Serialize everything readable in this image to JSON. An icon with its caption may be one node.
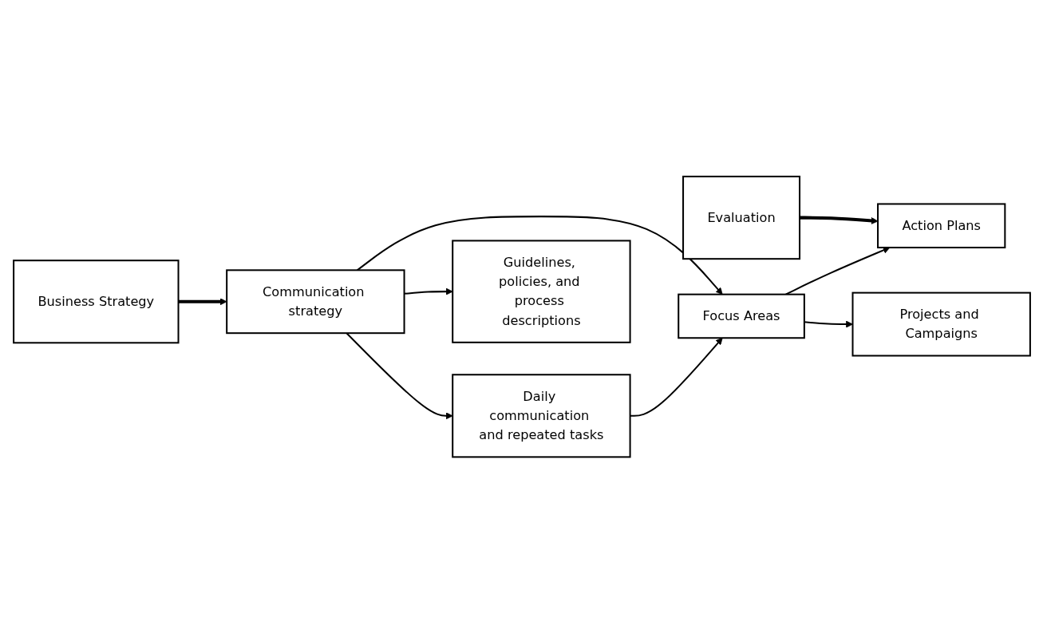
{
  "diagram": {
    "nodes": [
      {
        "text": [
          "Business Strategy"
        ]
      },
      {
        "text": [
          "Communication strategy"
        ]
      },
      {
        "text": [
          "Daily communication and repeated tasks"
        ]
      },
      {
        "text": [
          "Focus Areas"
        ]
      },
      {
        "text": [
          "Action Plans"
        ]
      },
      {
        "text": [
          "Projects and Campaigns"
        ]
      },
      {
        "text": [
          "Guidelines, policies, and process descriptions"
        ]
      },
      {
        "text": [
          "Evaluation"
        ]
      }
    ],
    "edges": [
      {
        "from": 0,
        "to": 1,
        "arrow": "to",
        "style": "thick"
      },
      {
        "from": 1,
        "to": 2,
        "arrow": "to"
      },
      {
        "from": 2,
        "to": 3,
        "arrow": "to"
      },
      {
        "from": 1,
        "to": 3,
        "arrow": "to"
      },
      {
        "from": 3,
        "to": 4,
        "arrow": "to"
      },
      {
        "from": 7,
        "to": 4,
        "arrow": "to",
        "style": "thick"
      },
      {
        "from": 1,
        "to": 6,
        "arrow": "to"
      },
      {
        "from": 3,
        "to": 5,
        "arrow": "to"
      }
    ]
  }
}
